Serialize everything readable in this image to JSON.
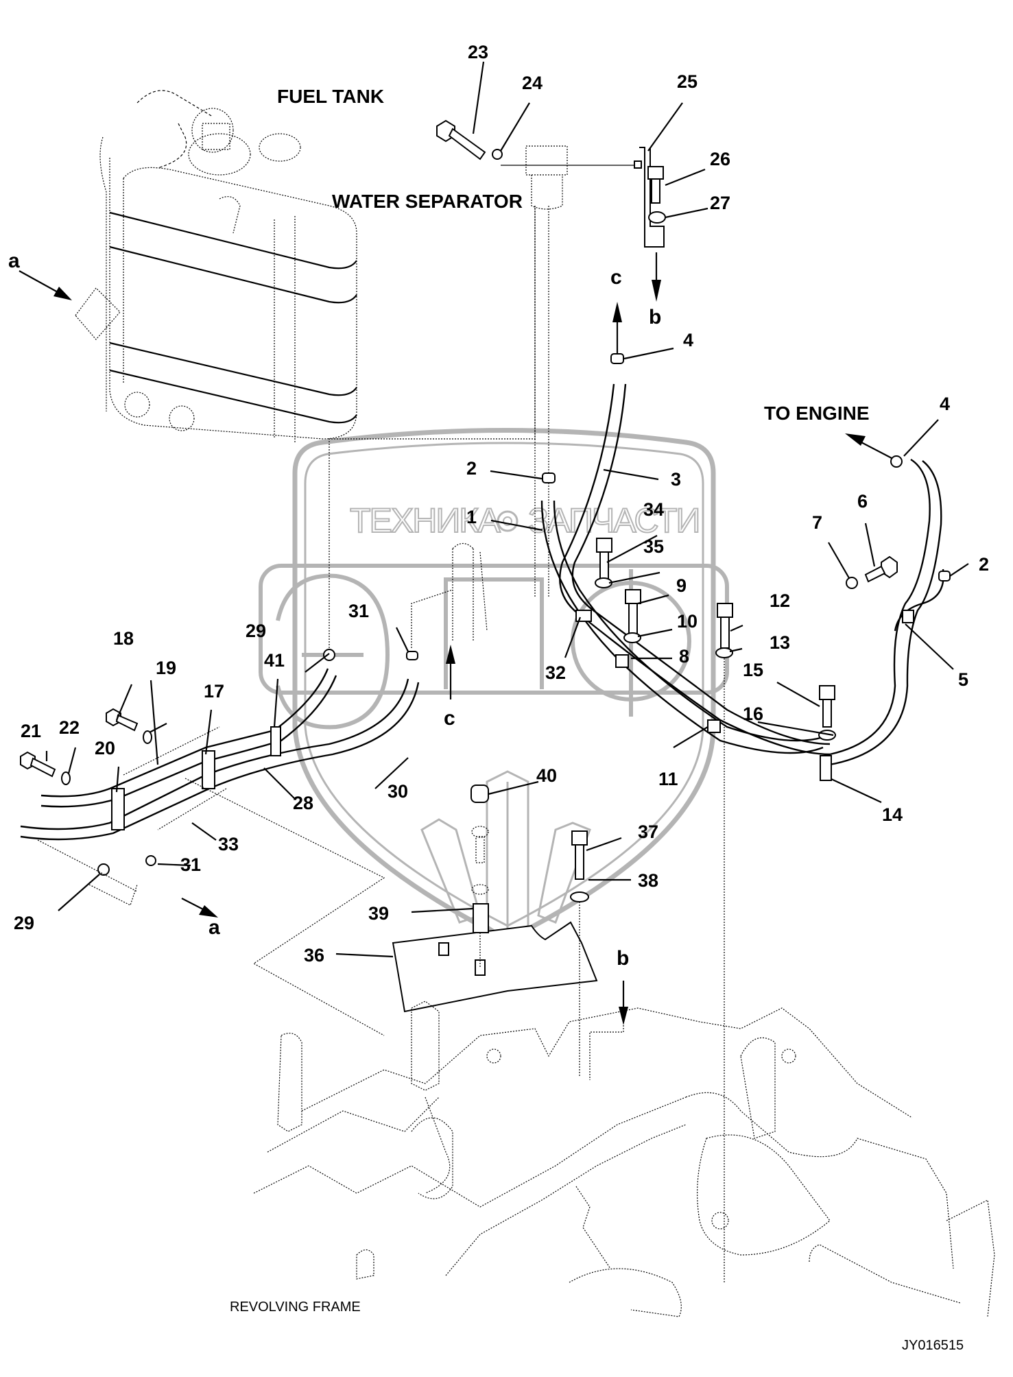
{
  "diagram": {
    "type": "exploded parts diagram",
    "drawing_number": "JY016515",
    "labels": {
      "fuel_tank": "FUEL TANK",
      "water_separator": "WATER SEPARATOR",
      "to_engine": "TO ENGINE",
      "revolving_frame": "REVOLVING FRAME"
    },
    "watermark": {
      "text_left": "ТЕХНИКА",
      "text_right": "ЗАПЧАСТИ",
      "logo_letters": "ЭПФ"
    },
    "connection_refs": {
      "a_left": "a",
      "a_bottom": "a",
      "b_top": "b",
      "b_bottom": "b",
      "c_top": "c",
      "c_bottom": "c"
    },
    "callouts": [
      {
        "id": "c1",
        "number": "1"
      },
      {
        "id": "c2a",
        "number": "2"
      },
      {
        "id": "c2b",
        "number": "2"
      },
      {
        "id": "c3",
        "number": "3"
      },
      {
        "id": "c4a",
        "number": "4"
      },
      {
        "id": "c4b",
        "number": "4"
      },
      {
        "id": "c5",
        "number": "5"
      },
      {
        "id": "c6",
        "number": "6"
      },
      {
        "id": "c7",
        "number": "7"
      },
      {
        "id": "c8",
        "number": "8"
      },
      {
        "id": "c9",
        "number": "9"
      },
      {
        "id": "c10",
        "number": "10"
      },
      {
        "id": "c11",
        "number": "11"
      },
      {
        "id": "c12",
        "number": "12"
      },
      {
        "id": "c13",
        "number": "13"
      },
      {
        "id": "c14",
        "number": "14"
      },
      {
        "id": "c15",
        "number": "15"
      },
      {
        "id": "c16",
        "number": "16"
      },
      {
        "id": "c17",
        "number": "17"
      },
      {
        "id": "c18",
        "number": "18"
      },
      {
        "id": "c19",
        "number": "19"
      },
      {
        "id": "c20",
        "number": "20"
      },
      {
        "id": "c21",
        "number": "21"
      },
      {
        "id": "c22",
        "number": "22"
      },
      {
        "id": "c23",
        "number": "23"
      },
      {
        "id": "c24",
        "number": "24"
      },
      {
        "id": "c25",
        "number": "25"
      },
      {
        "id": "c26",
        "number": "26"
      },
      {
        "id": "c27",
        "number": "27"
      },
      {
        "id": "c28",
        "number": "28"
      },
      {
        "id": "c29a",
        "number": "29"
      },
      {
        "id": "c29b",
        "number": "29"
      },
      {
        "id": "c30",
        "number": "30"
      },
      {
        "id": "c31a",
        "number": "31"
      },
      {
        "id": "c31b",
        "number": "31"
      },
      {
        "id": "c32",
        "number": "32"
      },
      {
        "id": "c33",
        "number": "33"
      },
      {
        "id": "c34",
        "number": "34"
      },
      {
        "id": "c35",
        "number": "35"
      },
      {
        "id": "c36",
        "number": "36"
      },
      {
        "id": "c37",
        "number": "37"
      },
      {
        "id": "c38",
        "number": "38"
      },
      {
        "id": "c39",
        "number": "39"
      },
      {
        "id": "c40",
        "number": "40"
      },
      {
        "id": "c41",
        "number": "41"
      }
    ]
  }
}
